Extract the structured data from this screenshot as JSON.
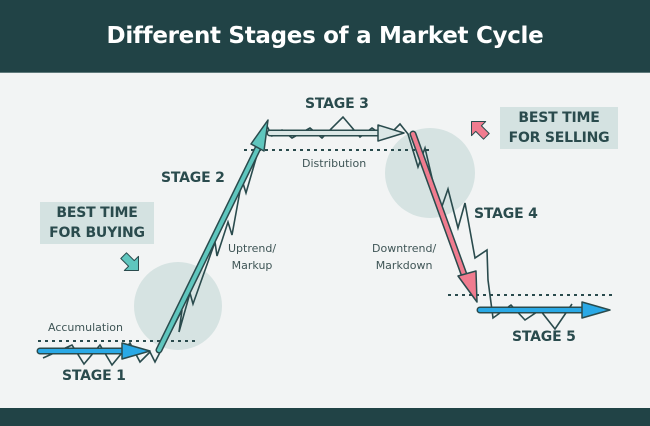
{
  "header": {
    "title": "Different Stages of a Market Cycle"
  },
  "colors": {
    "header_bg": "#214346",
    "background": "#f2f4f4",
    "stage1_arrow": "#2aa9e6",
    "stage2_arrow": "#5fc6be",
    "stage3_arrow": "#dbe7e6",
    "stage4_arrow": "#f07c8f",
    "stage5_arrow": "#2aa9e6",
    "highlight_circle": "#d6e3e2",
    "callout_bg": "#d4e2e1",
    "text": "#2a4b4d"
  },
  "stages": [
    {
      "label": "STAGE 1",
      "phase": "Accumulation"
    },
    {
      "label": "STAGE 2",
      "phase": "Uptrend/ Markup",
      "phase_line1": "Uptrend/",
      "phase_line2": "Markup"
    },
    {
      "label": "STAGE 3",
      "phase": "Distribution"
    },
    {
      "label": "STAGE 4",
      "phase": "Downtrend/ Markdown",
      "phase_line1": "Downtrend/",
      "phase_line2": "Markdown"
    },
    {
      "label": "STAGE 5",
      "phase": ""
    }
  ],
  "callouts": {
    "buy": {
      "line1": "BEST TIME",
      "line2": "FOR BUYING"
    },
    "sell": {
      "line1": "BEST TIME",
      "line2": "FOR SELLING"
    }
  }
}
